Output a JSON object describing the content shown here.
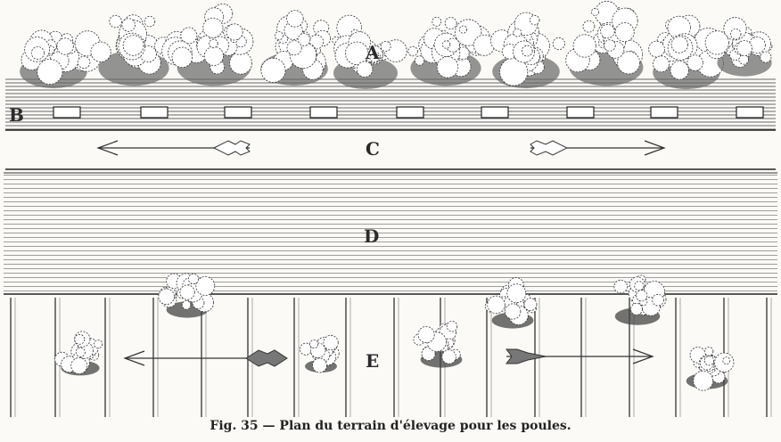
{
  "labels": {
    "a": "A",
    "b": "B",
    "c": "C",
    "d": "D",
    "e": "E"
  },
  "caption": "Fig. 35 — Plan du terrain d'élevage pour les poules."
}
